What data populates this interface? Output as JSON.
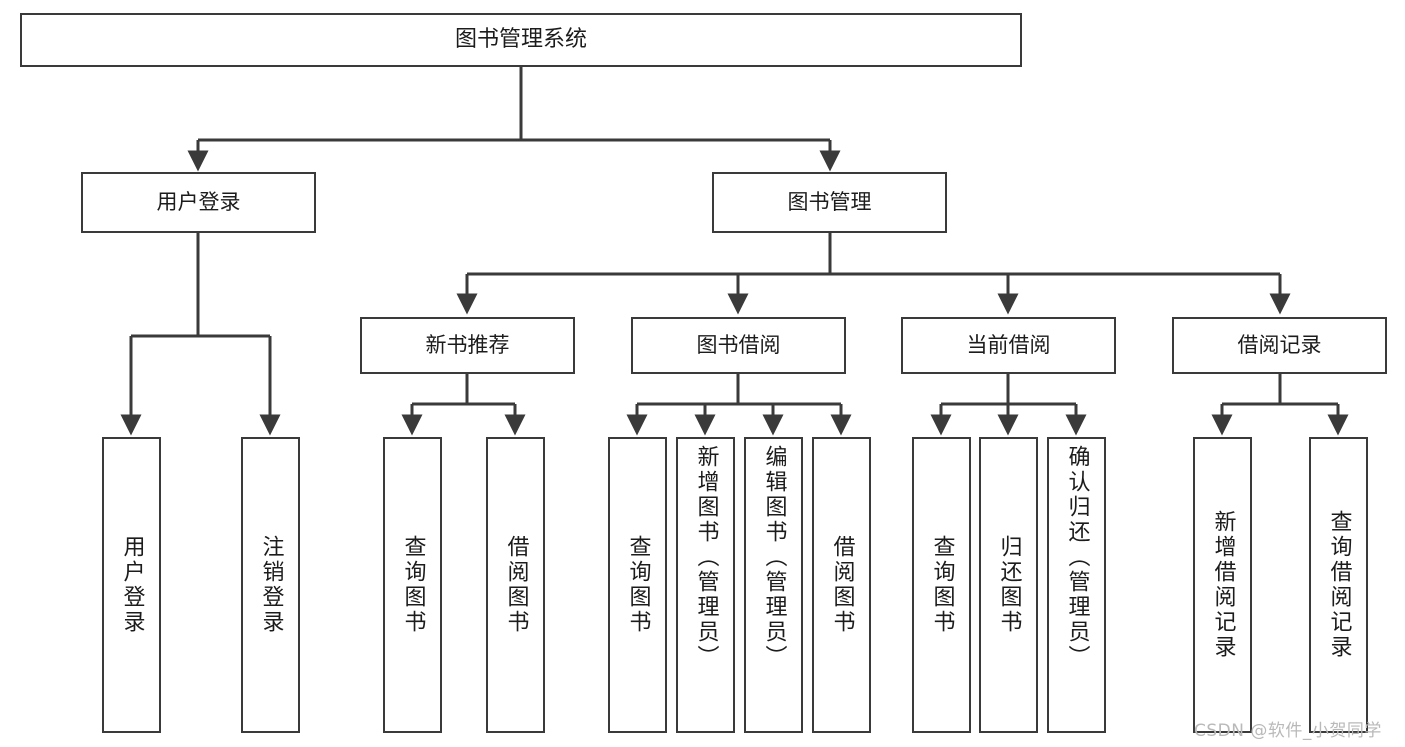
{
  "diagram": {
    "type": "hierarchy-tree",
    "title": "图书管理系统",
    "stroke_color": "#3a3a3a",
    "background_color": "#ffffff",
    "text_color": "#1c1c1c",
    "levels": [
      {
        "level": 1,
        "nodes": [
          {
            "id": "root",
            "label": "图书管理系统",
            "orientation": "horizontal"
          }
        ]
      },
      {
        "level": 2,
        "nodes": [
          {
            "id": "l2-user-login",
            "label": "用户登录",
            "orientation": "horizontal"
          },
          {
            "id": "l2-book-mgmt",
            "label": "图书管理",
            "orientation": "horizontal"
          }
        ]
      },
      {
        "level": 3,
        "nodes": [
          {
            "id": "l3-new-book-rec",
            "label": "新书推荐",
            "orientation": "horizontal"
          },
          {
            "id": "l3-book-borrow",
            "label": "图书借阅",
            "orientation": "horizontal"
          },
          {
            "id": "l3-current-borrow",
            "label": "当前借阅",
            "orientation": "horizontal"
          },
          {
            "id": "l3-borrow-record",
            "label": "借阅记录",
            "orientation": "horizontal"
          }
        ]
      },
      {
        "level": 4,
        "nodes": [
          {
            "id": "l4-user-login",
            "label": "用户登录",
            "orientation": "vertical",
            "parent": "l2-user-login"
          },
          {
            "id": "l4-logout",
            "label": "注销登录",
            "orientation": "vertical",
            "parent": "l2-user-login"
          },
          {
            "id": "l4-query-book-a",
            "label": "查询图书",
            "orientation": "vertical",
            "parent": "l3-new-book-rec"
          },
          {
            "id": "l4-borrow-book-a",
            "label": "借阅图书",
            "orientation": "vertical",
            "parent": "l3-new-book-rec"
          },
          {
            "id": "l4-query-book-b",
            "label": "查询图书",
            "orientation": "vertical",
            "parent": "l3-book-borrow"
          },
          {
            "id": "l4-add-book",
            "label": "新增图书（管理员）",
            "orientation": "vertical",
            "parent": "l3-book-borrow"
          },
          {
            "id": "l4-edit-book",
            "label": "编辑图书（管理员）",
            "orientation": "vertical",
            "parent": "l3-book-borrow"
          },
          {
            "id": "l4-borrow-book-b",
            "label": "借阅图书",
            "orientation": "vertical",
            "parent": "l3-book-borrow"
          },
          {
            "id": "l4-query-book-c",
            "label": "查询图书",
            "orientation": "vertical",
            "parent": "l3-current-borrow"
          },
          {
            "id": "l4-return-book",
            "label": "归还图书",
            "orientation": "vertical",
            "parent": "l3-current-borrow"
          },
          {
            "id": "l4-confirm-return",
            "label": "确认归还（管理员）",
            "orientation": "vertical",
            "parent": "l3-current-borrow"
          },
          {
            "id": "l4-add-record",
            "label": "新增借阅记录",
            "orientation": "vertical",
            "parent": "l3-borrow-record"
          },
          {
            "id": "l4-query-record",
            "label": "查询借阅记录",
            "orientation": "vertical",
            "parent": "l3-borrow-record"
          }
        ]
      }
    ]
  },
  "watermark": {
    "text": "CSDN @软件_小贺同学"
  }
}
